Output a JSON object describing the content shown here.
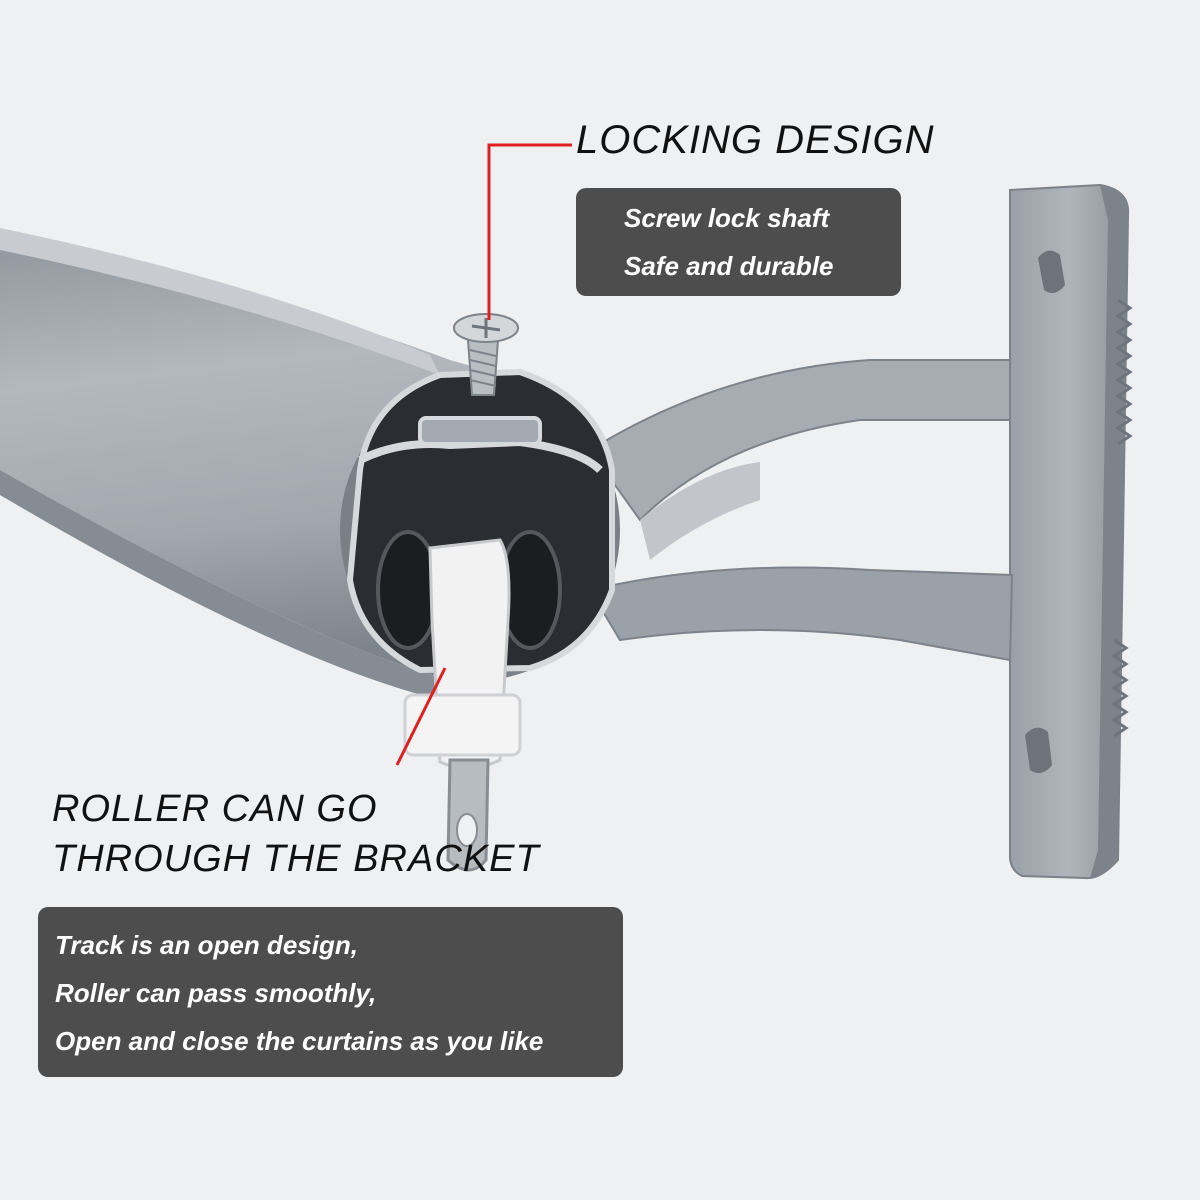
{
  "locking": {
    "title": "LOCKING DESIGN",
    "lines": [
      "Screw lock shaft",
      "Safe and durable"
    ]
  },
  "roller": {
    "title_lines": [
      "ROLLER CAN GO",
      "THROUGH THE BRACKET"
    ],
    "lines": [
      "Track is an open design,",
      "Roller can pass smoothly,",
      "Open and close the curtains as you like"
    ]
  },
  "colors": {
    "background": "#eef0f2",
    "rail": "#a3a9b0",
    "bracket": "#a0a6ad",
    "callout_bg": "#4d4d4d",
    "callout_text": "#ffffff",
    "leader_line": "#e02020",
    "heading_text": "#111111"
  }
}
